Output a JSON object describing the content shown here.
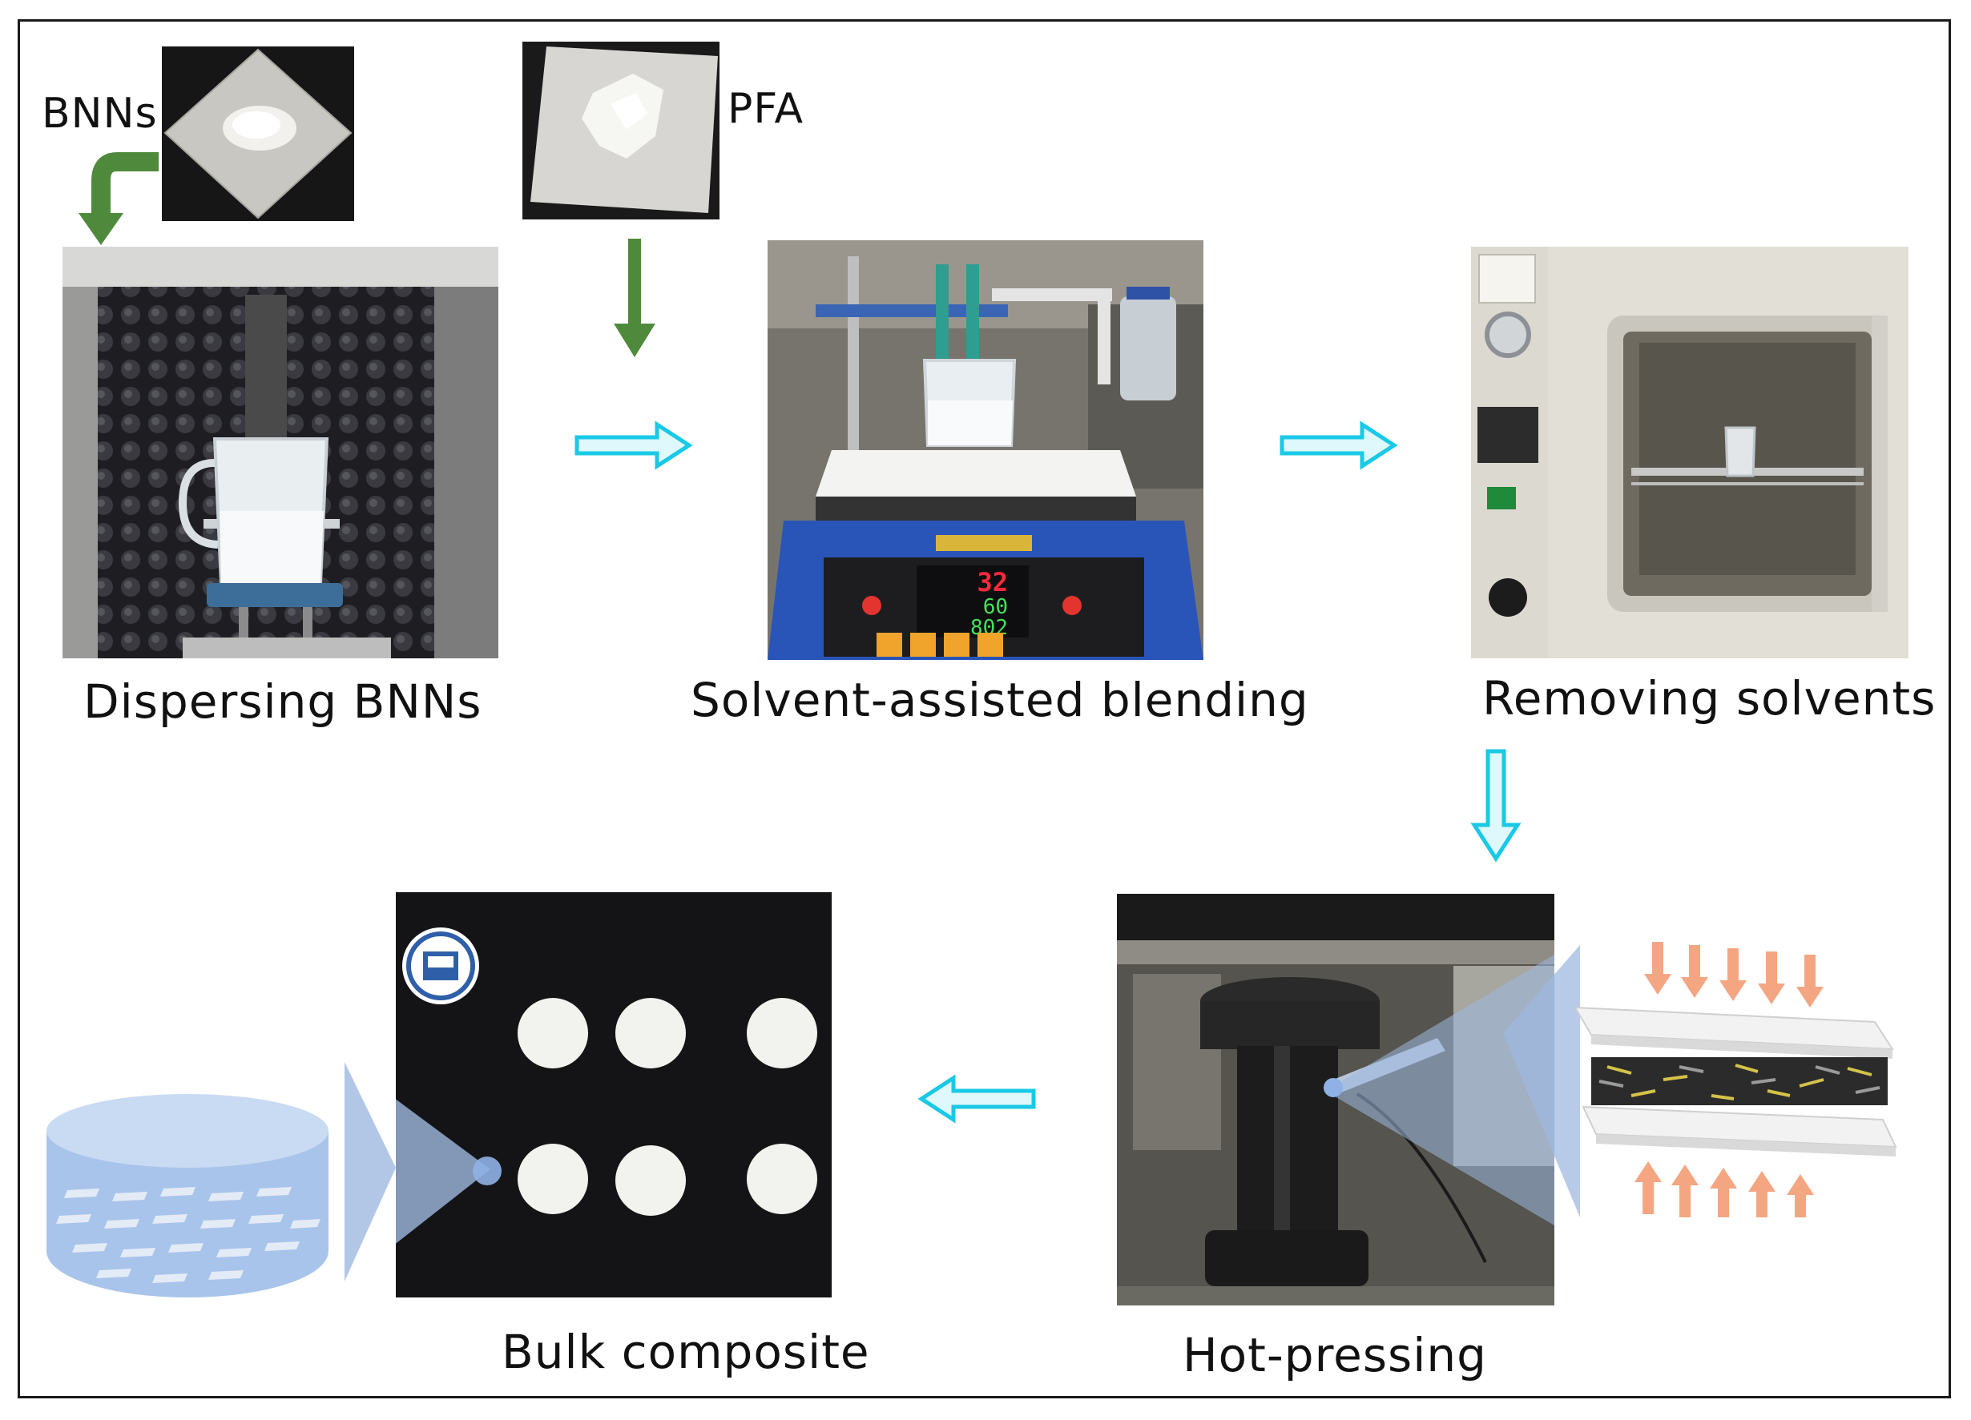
{
  "materials": {
    "bnns_label": "BNNs",
    "pfa_label": "PFA"
  },
  "steps": {
    "dispersing": "Dispersing BNNs",
    "blending": "Solvent-assisted blending",
    "removing": "Removing solvents",
    "hot_pressing": "Hot-pressing",
    "bulk": "Bulk composite"
  },
  "hotplate_display": {
    "temp": "32",
    "line2": "60",
    "line3": "802"
  },
  "colors": {
    "flow_arrow": "#19c9e6",
    "material_arrow": "#4f8a3c",
    "press_arrow": "#f4a682",
    "composite_fill": "#a9c4ea"
  }
}
